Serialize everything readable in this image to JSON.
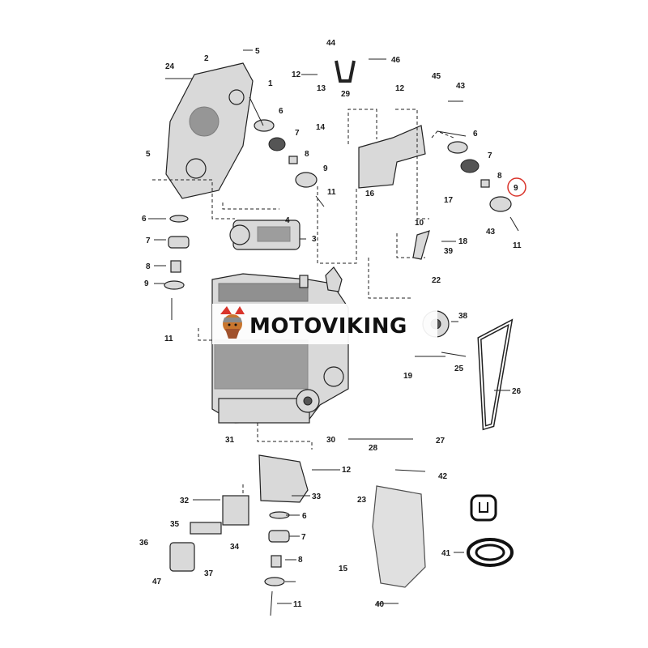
{
  "brand": {
    "name": "MOTOVIKING",
    "icon": "viking-head-icon",
    "accent": "#d9342b"
  },
  "highlight": {
    "label": "9",
    "color": "#d9342b"
  },
  "callouts": [
    {
      "id": "c1",
      "label": "1"
    },
    {
      "id": "c2",
      "label": "2"
    },
    {
      "id": "c3",
      "label": "3"
    },
    {
      "id": "c4",
      "label": "4"
    },
    {
      "id": "c5a",
      "label": "5"
    },
    {
      "id": "c5b",
      "label": "5"
    },
    {
      "id": "c6a",
      "label": "6"
    },
    {
      "id": "c6b",
      "label": "6"
    },
    {
      "id": "c6c",
      "label": "6"
    },
    {
      "id": "c6d",
      "label": "6"
    },
    {
      "id": "c7a",
      "label": "7"
    },
    {
      "id": "c7b",
      "label": "7"
    },
    {
      "id": "c7c",
      "label": "7"
    },
    {
      "id": "c7d",
      "label": "7"
    },
    {
      "id": "c8a",
      "label": "8"
    },
    {
      "id": "c8b",
      "label": "8"
    },
    {
      "id": "c8c",
      "label": "8"
    },
    {
      "id": "c8d",
      "label": "8"
    },
    {
      "id": "c9a",
      "label": "9"
    },
    {
      "id": "c9b",
      "label": "9"
    },
    {
      "id": "c9c",
      "label": "9"
    },
    {
      "id": "c10",
      "label": "10"
    },
    {
      "id": "c11a",
      "label": "11"
    },
    {
      "id": "c11b",
      "label": "11"
    },
    {
      "id": "c11c",
      "label": "11"
    },
    {
      "id": "c11d",
      "label": "11"
    },
    {
      "id": "c12a",
      "label": "12"
    },
    {
      "id": "c12b",
      "label": "12"
    },
    {
      "id": "c12c",
      "label": "12"
    },
    {
      "id": "c13",
      "label": "13"
    },
    {
      "id": "c14",
      "label": "14"
    },
    {
      "id": "c15",
      "label": "15"
    },
    {
      "id": "c16",
      "label": "16"
    },
    {
      "id": "c17",
      "label": "17"
    },
    {
      "id": "c18",
      "label": "18"
    },
    {
      "id": "c19",
      "label": "19"
    },
    {
      "id": "c22",
      "label": "22"
    },
    {
      "id": "c23",
      "label": "23"
    },
    {
      "id": "c24",
      "label": "24"
    },
    {
      "id": "c25",
      "label": "25"
    },
    {
      "id": "c26",
      "label": "26"
    },
    {
      "id": "c27",
      "label": "27"
    },
    {
      "id": "c28",
      "label": "28"
    },
    {
      "id": "c29",
      "label": "29"
    },
    {
      "id": "c30",
      "label": "30"
    },
    {
      "id": "c31",
      "label": "31"
    },
    {
      "id": "c32",
      "label": "32"
    },
    {
      "id": "c33",
      "label": "33"
    },
    {
      "id": "c34",
      "label": "34"
    },
    {
      "id": "c35",
      "label": "35"
    },
    {
      "id": "c36",
      "label": "36"
    },
    {
      "id": "c37",
      "label": "37"
    },
    {
      "id": "c38",
      "label": "38"
    },
    {
      "id": "c39",
      "label": "39"
    },
    {
      "id": "c40",
      "label": "40"
    },
    {
      "id": "c41",
      "label": "41"
    },
    {
      "id": "c42",
      "label": "42"
    },
    {
      "id": "c43a",
      "label": "43"
    },
    {
      "id": "c43b",
      "label": "43"
    },
    {
      "id": "c44",
      "label": "44"
    },
    {
      "id": "c45",
      "label": "45"
    },
    {
      "id": "c46",
      "label": "46"
    },
    {
      "id": "c47",
      "label": "47"
    }
  ]
}
